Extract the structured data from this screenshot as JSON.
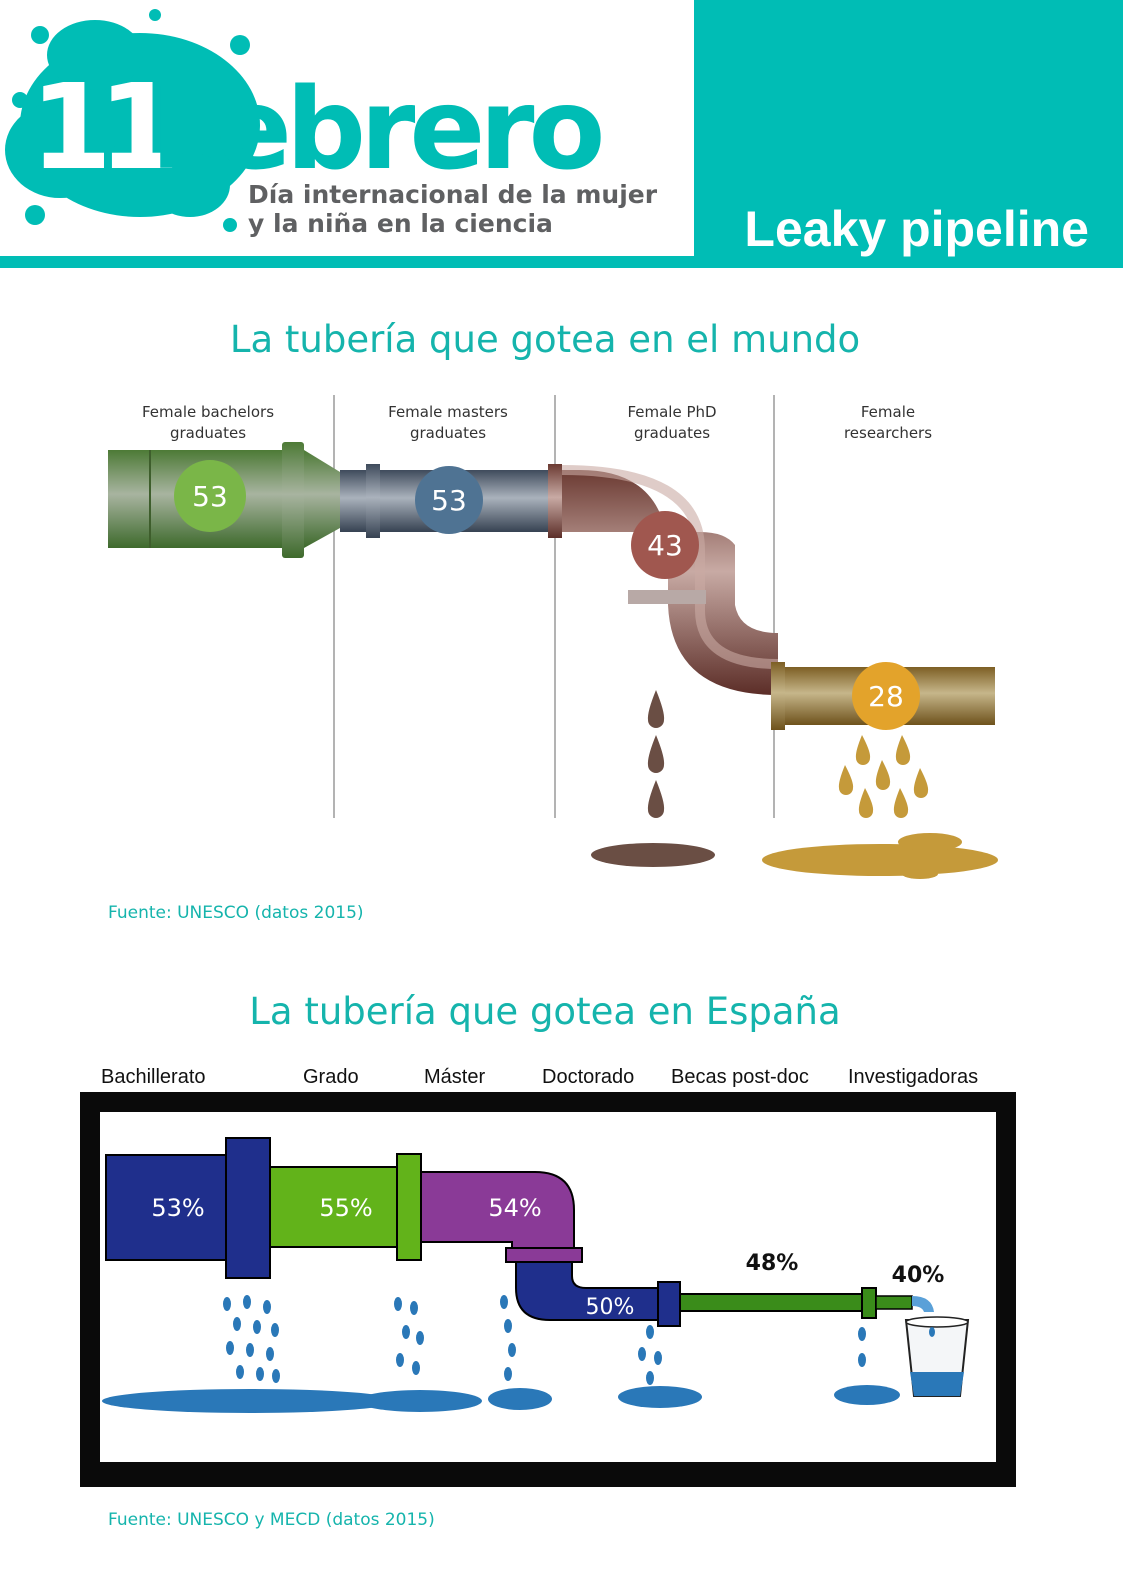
{
  "header": {
    "logo_number": "11",
    "logo_word": "Febrero",
    "logo_subtitle_line1": "Día internacional de la mujer",
    "logo_subtitle_line2": "y la niña en la ciencia",
    "page_title": "Leaky pipeline",
    "accent_color": "#00bdb5"
  },
  "world": {
    "title": "La tubería que gotea en el mundo",
    "stages": [
      {
        "label_line1": "Female bachelors",
        "label_line2": "graduates",
        "value": "53",
        "color": "#7ab648"
      },
      {
        "label_line1": "Female masters",
        "label_line2": "graduates",
        "value": "53",
        "color": "#4f7393"
      },
      {
        "label_line1": "Female PhD",
        "label_line2": "graduates",
        "value": "43",
        "color": "#a0574f"
      },
      {
        "label_line1": "Female",
        "label_line2": "researchers",
        "value": "28",
        "color": "#e3a32b"
      }
    ],
    "source": "Fuente: UNESCO (datos 2015)"
  },
  "spain": {
    "title": "La tubería que gotea en España",
    "stages": [
      {
        "label": "Bachillerato",
        "value": "53%",
        "color": "#1f2f8c"
      },
      {
        "label": "Grado",
        "value": "55%",
        "color": "#62b31a"
      },
      {
        "label": "Máster",
        "value": "54%",
        "color": "#8a3a97"
      },
      {
        "label": "Doctorado",
        "value": "50%",
        "color": "#1f2f8c"
      },
      {
        "label": "Becas post-doc",
        "value": "48%",
        "color": "#3a8c1a"
      },
      {
        "label": "Investigadoras",
        "value": "40%",
        "color": "#3a8c1a"
      }
    ],
    "source": "Fuente: UNESCO y MECD (datos 2015)"
  }
}
